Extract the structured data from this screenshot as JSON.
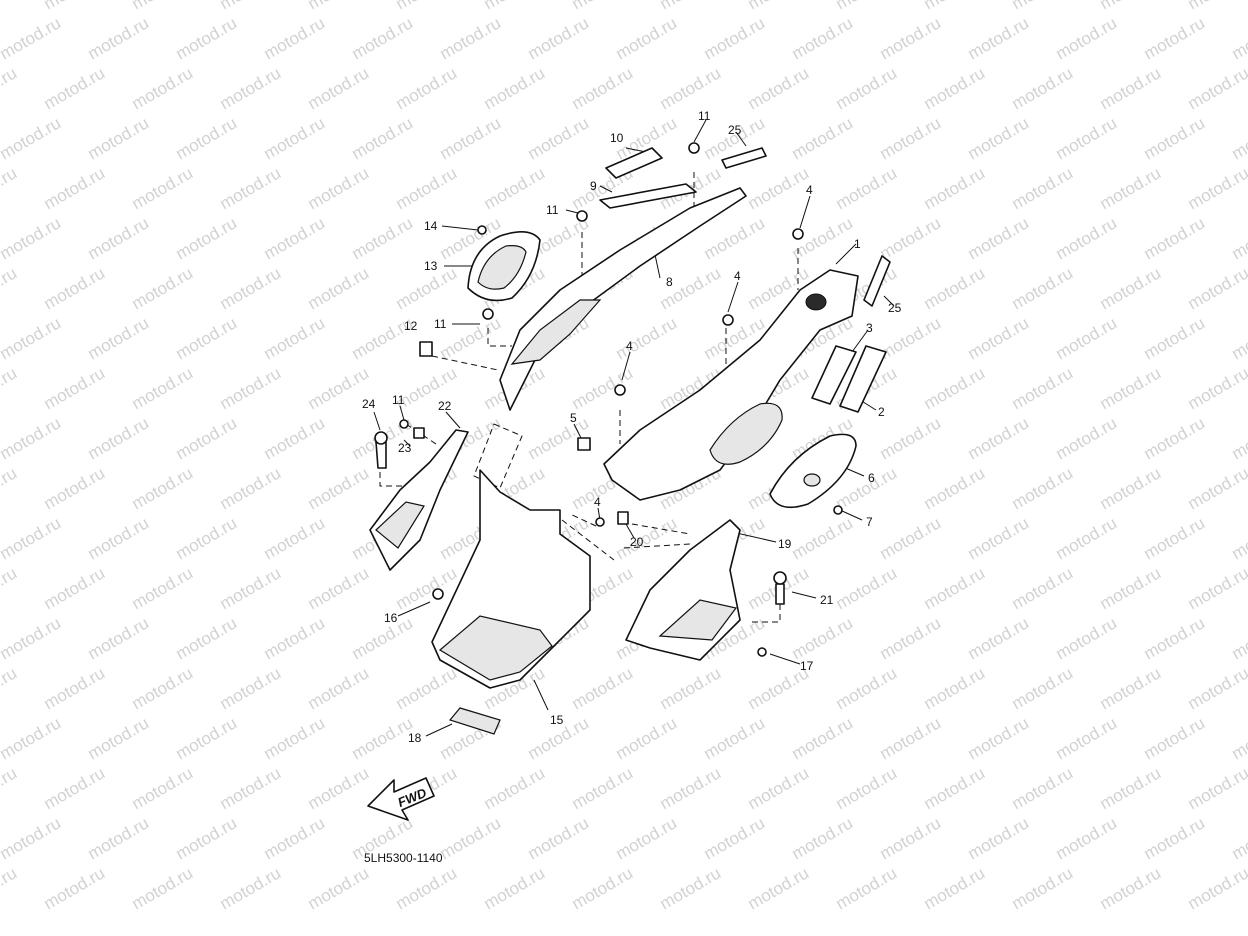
{
  "watermark": "motod.ru",
  "diagram_code": "5LH5300-1140",
  "direction_label": "FWD",
  "callouts": [
    {
      "id": "c1",
      "text": "1"
    },
    {
      "id": "c2",
      "text": "2"
    },
    {
      "id": "c3",
      "text": "3"
    },
    {
      "id": "c4a",
      "text": "4"
    },
    {
      "id": "c4b",
      "text": "4"
    },
    {
      "id": "c4c",
      "text": "4"
    },
    {
      "id": "c4d",
      "text": "4"
    },
    {
      "id": "c4e",
      "text": "4"
    },
    {
      "id": "c5",
      "text": "5"
    },
    {
      "id": "c6",
      "text": "6"
    },
    {
      "id": "c7",
      "text": "7"
    },
    {
      "id": "c8",
      "text": "8"
    },
    {
      "id": "c9",
      "text": "9"
    },
    {
      "id": "c10",
      "text": "10"
    },
    {
      "id": "c11a",
      "text": "11"
    },
    {
      "id": "c11b",
      "text": "11"
    },
    {
      "id": "c11c",
      "text": "11"
    },
    {
      "id": "c11d",
      "text": "11"
    },
    {
      "id": "c12",
      "text": "12"
    },
    {
      "id": "c13",
      "text": "13"
    },
    {
      "id": "c14",
      "text": "14"
    },
    {
      "id": "c15",
      "text": "15"
    },
    {
      "id": "c16",
      "text": "16"
    },
    {
      "id": "c17",
      "text": "17"
    },
    {
      "id": "c18",
      "text": "18"
    },
    {
      "id": "c19",
      "text": "19"
    },
    {
      "id": "c20",
      "text": "20"
    },
    {
      "id": "c21",
      "text": "21"
    },
    {
      "id": "c22",
      "text": "22"
    },
    {
      "id": "c23",
      "text": "23"
    },
    {
      "id": "c24",
      "text": "24"
    },
    {
      "id": "c25a",
      "text": "25"
    },
    {
      "id": "c25b",
      "text": "25"
    }
  ]
}
